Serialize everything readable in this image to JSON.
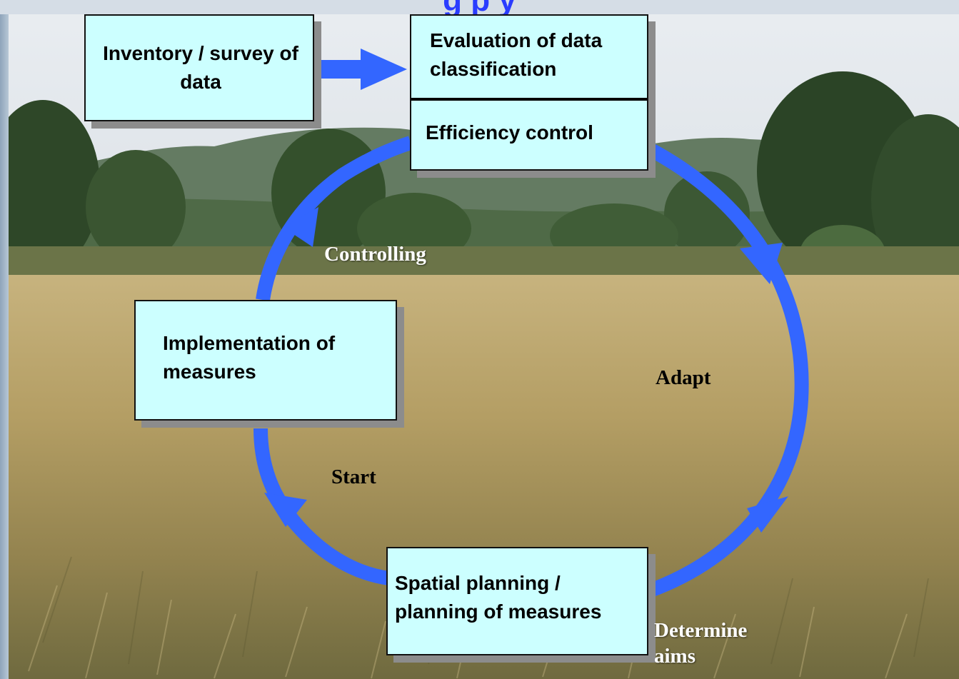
{
  "title": "g              p                y",
  "boxes": {
    "inventory": "Inventory / survey of data",
    "evaluation": "Evaluation of data classification",
    "efficiency": "Efficiency control",
    "implementation": "Implementation of measures",
    "spatial": "Spatial planning / planning of measures"
  },
  "cycle_labels": {
    "controlling": "Controlling",
    "adapt": "Adapt",
    "start": "Start",
    "determine_aims": "Determine aims"
  },
  "colors": {
    "arrow": "#3366ff",
    "box_fill": "#ccffff",
    "box_shadow": "#8c8c8c"
  }
}
